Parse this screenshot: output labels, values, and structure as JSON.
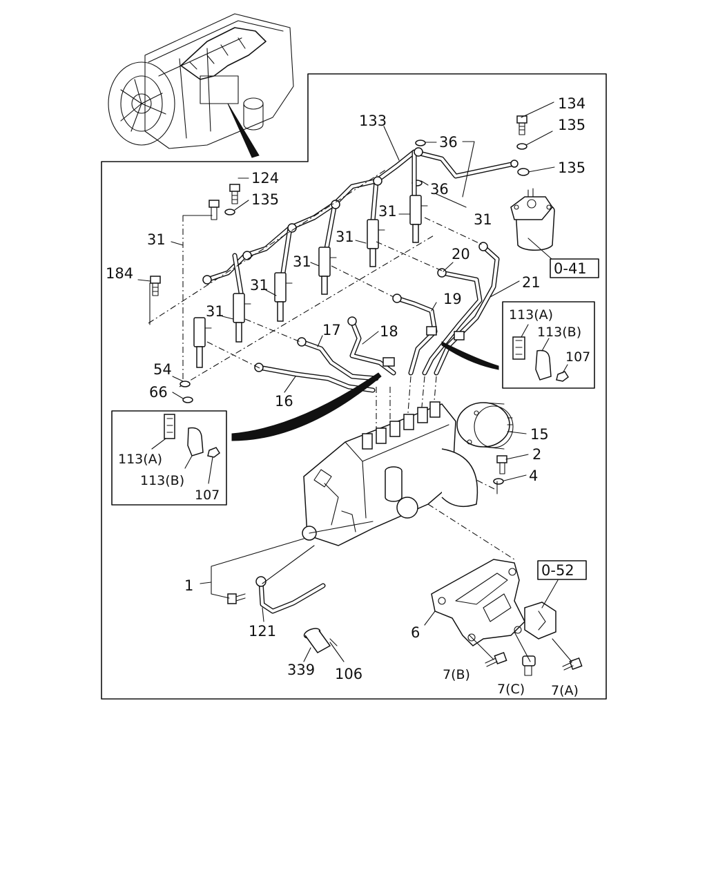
{
  "callouts": {
    "c134": "134",
    "c135a": "135",
    "c135b": "135",
    "c135c": "135",
    "c133": "133",
    "c36a": "36",
    "c36b": "36",
    "c31": [
      "31",
      "31",
      "31",
      "31",
      "31",
      "31",
      "31"
    ],
    "c124": "124",
    "c184": "184",
    "c20": "20",
    "c21": "21",
    "c19": "19",
    "c17": "17",
    "c18": "18",
    "c16": "16",
    "c54": "54",
    "c66": "66",
    "c15": "15",
    "c2": "2",
    "c4": "4",
    "c1": "1",
    "c121": "121",
    "c339": "339",
    "c106": "106",
    "c6": "6",
    "c7a": "7(A)",
    "c7b": "7(B)",
    "c7c": "7(C)",
    "c113a": "113(A)",
    "c113b": "113(B)",
    "c107": "107"
  },
  "refs": {
    "r041": "0-41",
    "r052": "0-52"
  },
  "icons": [
    "engine-overview-icon",
    "fuel-filter-icon",
    "injection-pump-icon",
    "pipe-clamp-icon",
    "bracket-icon"
  ]
}
